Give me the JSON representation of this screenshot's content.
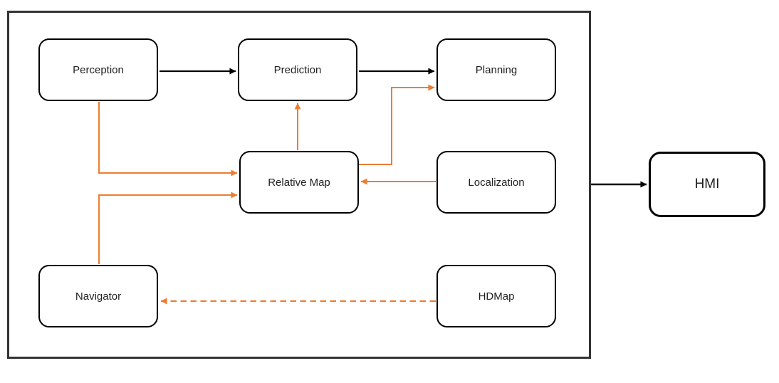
{
  "diagram": {
    "title": "",
    "nodes": {
      "perception": {
        "label": "Perception"
      },
      "prediction": {
        "label": "Prediction"
      },
      "planning": {
        "label": "Planning"
      },
      "relative_map": {
        "label": "Relative Map"
      },
      "localization": {
        "label": "Localization"
      },
      "navigator": {
        "label": "Navigator"
      },
      "hdmap": {
        "label": "HDMap"
      },
      "hmi": {
        "label": "HMI"
      }
    },
    "edges": [
      {
        "from": "Perception",
        "to": "Prediction",
        "color": "black",
        "style": "solid"
      },
      {
        "from": "Prediction",
        "to": "Planning",
        "color": "black",
        "style": "solid"
      },
      {
        "from": "Perception",
        "to": "Relative Map",
        "color": "orange",
        "style": "solid"
      },
      {
        "from": "Navigator",
        "to": "Relative Map",
        "color": "orange",
        "style": "solid"
      },
      {
        "from": "Relative Map",
        "to": "Prediction",
        "color": "orange",
        "style": "solid"
      },
      {
        "from": "Relative Map",
        "to": "Planning",
        "color": "orange",
        "style": "solid"
      },
      {
        "from": "Localization",
        "to": "Relative Map",
        "color": "orange",
        "style": "solid"
      },
      {
        "from": "HDMap",
        "to": "Navigator",
        "color": "orange",
        "style": "dashed"
      },
      {
        "from": "system-frame",
        "to": "HMI",
        "color": "black",
        "style": "solid"
      }
    ],
    "colors": {
      "flow_primary": "#000000",
      "flow_accent": "#ED7D31",
      "frame_border": "#333333",
      "node_border": "#000000",
      "node_fill": "#FFFFFF",
      "text": "#1F1F1F"
    }
  }
}
